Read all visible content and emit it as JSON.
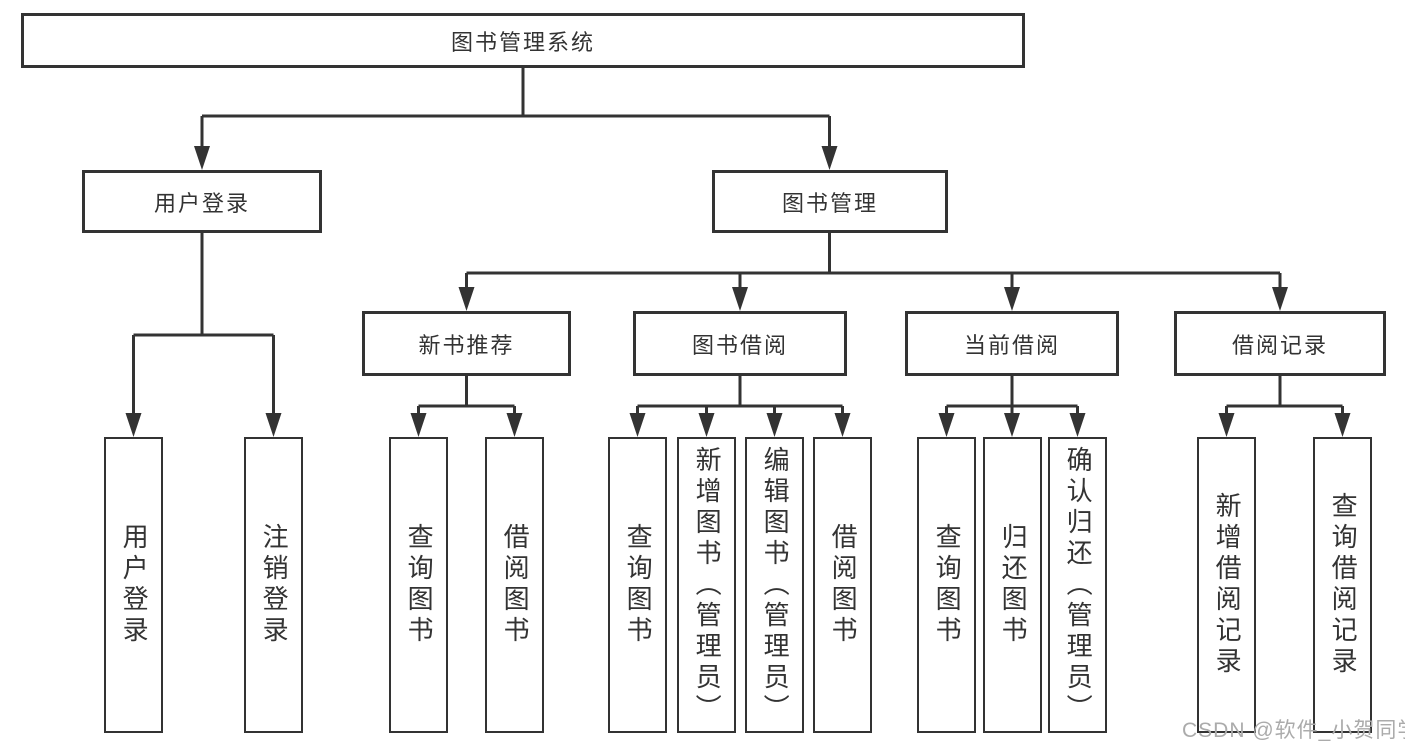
{
  "diagram": {
    "root": {
      "label": "图书管理系统"
    },
    "level2": [
      {
        "label": "用户登录"
      },
      {
        "label": "图书管理"
      }
    ],
    "level3": [
      {
        "label": "新书推荐"
      },
      {
        "label": "图书借阅"
      },
      {
        "label": "当前借阅"
      },
      {
        "label": "借阅记录"
      }
    ],
    "leaves": {
      "user_login": [
        "用户登录",
        "注销登录"
      ],
      "new_books": [
        "查询图书",
        "借阅图书"
      ],
      "book_borrow": [
        "查询图书",
        "新增图书（管理员）",
        "编辑图书（管理员）",
        "借阅图书"
      ],
      "current_borrow": [
        "查询图书",
        "归还图书",
        "确认归还（管理员）"
      ],
      "borrow_records": [
        "新增借阅记录",
        "查询借阅记录"
      ]
    }
  },
  "watermark": {
    "text": "CSDN @软件_小贺同学"
  },
  "colors": {
    "line": "#333333",
    "text": "#333333",
    "box_background": "#ffffff",
    "watermark": "#ababab",
    "background": "#ffffff"
  }
}
